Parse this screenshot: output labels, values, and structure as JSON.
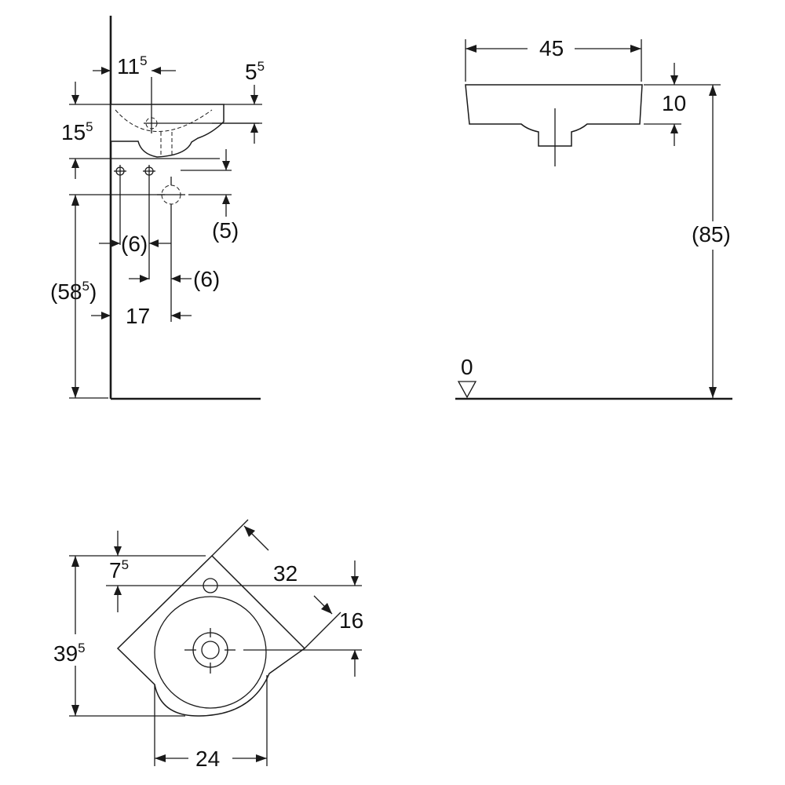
{
  "side_view": {
    "dim_tap_offset": {
      "main": "11",
      "sup": "5"
    },
    "dim_rim_height": {
      "main": "5",
      "sup": "5"
    },
    "dim_basin_depth": {
      "main": "15",
      "sup": "5"
    },
    "dim_waste_height": {
      "main": "(58",
      "sup": "5",
      "close": ")"
    },
    "dim_waste_below": "(5)",
    "dim_supply_left": "(6)",
    "dim_supply_right": "(6)",
    "dim_waste_offset": "17"
  },
  "front_view": {
    "dim_width": "45",
    "dim_height": "10",
    "dim_mount_height": "(85)",
    "floor_level": "0"
  },
  "top_view": {
    "dim_tap_to_wall": {
      "main": "7",
      "sup": "5"
    },
    "dim_side_length": "32",
    "dim_waste_to_corner": "16",
    "dim_depth": {
      "main": "39",
      "sup": "5"
    },
    "dim_bowl_width": "24"
  }
}
